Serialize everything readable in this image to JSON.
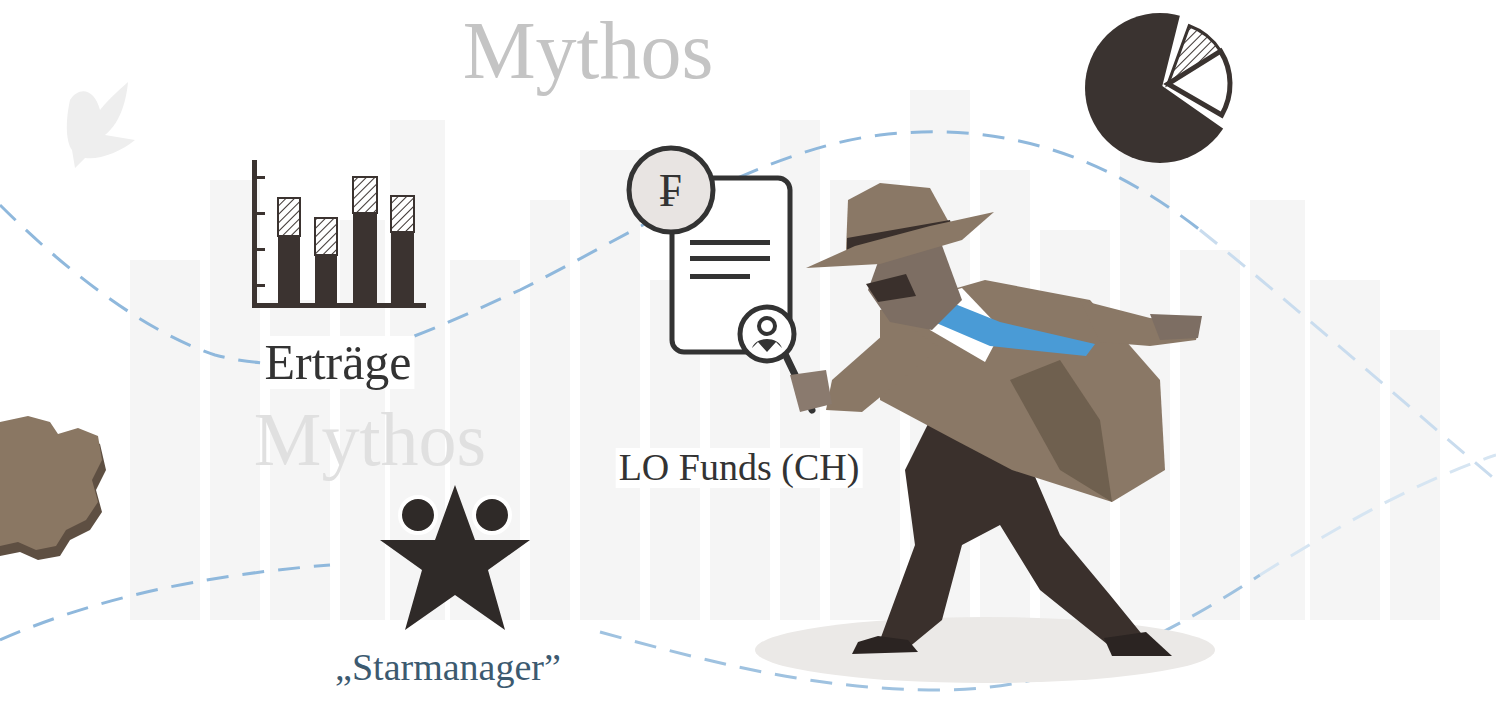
{
  "diagram": {
    "nodes": [
      {
        "text": [
          "₣"
        ]
      }
    ],
    "labels": [
      "Mythos",
      "Erträge",
      "Mythos",
      "LO Funds (CH)",
      "„Starmanager”"
    ]
  }
}
